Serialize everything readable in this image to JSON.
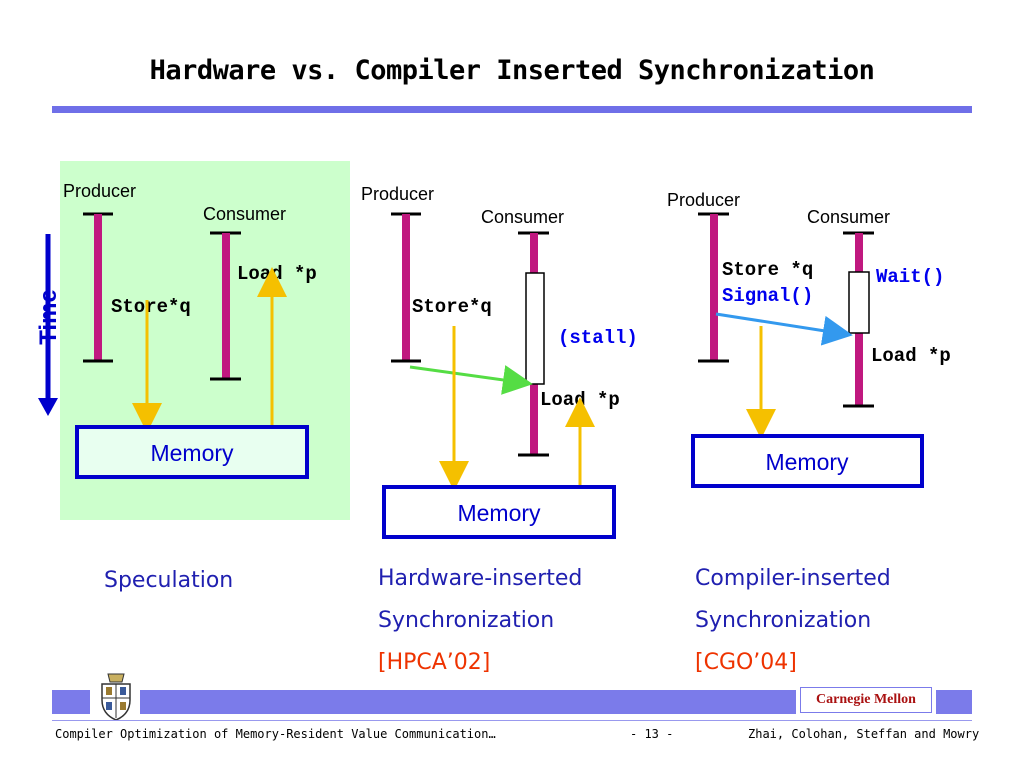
{
  "title": "Hardware vs. Compiler Inserted Synchronization",
  "panels": {
    "speculation": {
      "producer": "Producer",
      "consumer": "Consumer",
      "store": "Store*q",
      "load": "Load *p",
      "memory": "Memory",
      "time": "Time"
    },
    "hardware": {
      "producer": "Producer",
      "consumer": "Consumer",
      "store": "Store*q",
      "stall": "(stall)",
      "load": "Load *p",
      "memory": "Memory"
    },
    "compiler": {
      "producer": "Producer",
      "consumer": "Consumer",
      "store": "Store *q",
      "signal": "Signal()",
      "wait": "Wait()",
      "load": "Load *p",
      "memory": "Memory"
    }
  },
  "captions": {
    "speculation": {
      "line1": "Speculation"
    },
    "hardware": {
      "line1": "Hardware-inserted",
      "line2": "Synchronization",
      "ref": "[HPCA’02]"
    },
    "compiler": {
      "line1": "Compiler-inserted",
      "line2": "Synchronization",
      "ref": "[CGO’04]"
    }
  },
  "footer": {
    "left": "Compiler Optimization of Memory-Resident Value Communication…",
    "page": "- 13 -",
    "authors": "Zhai, Colohan, Steffan and Mowry",
    "brand": "Carnegie Mellon"
  },
  "colors": {
    "thread_bar": "#c0187f",
    "memory_border": "#0000cc",
    "memory_fill": "#e8fff0",
    "arrow_yellow": "#f5c000",
    "arrow_green": "#55dd44",
    "arrow_blue": "#3399ee",
    "speculation_bg": "#ccffcc",
    "accent": "#6f6fe8"
  }
}
